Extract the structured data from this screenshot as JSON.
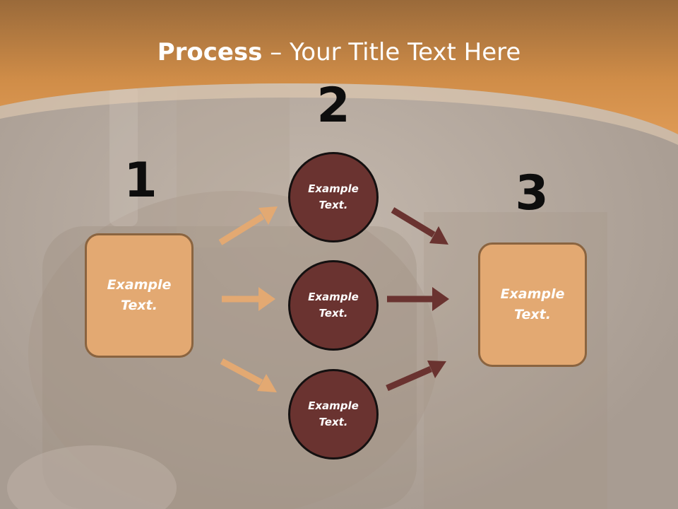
{
  "title": {
    "bold": "Process",
    "rest": " – Your Title Text Here"
  },
  "steps": {
    "n1": "1",
    "n2": "2",
    "n3": "3"
  },
  "left_box": {
    "text": "Example\nText."
  },
  "right_box": {
    "text": "Example\nText."
  },
  "circles": [
    {
      "text": "Example\nText."
    },
    {
      "text": "Example\nText."
    },
    {
      "text": "Example\nText."
    }
  ],
  "colors": {
    "header": "#d89650",
    "background": "#b7aea6",
    "box_fill": "#e3a972",
    "box_border": "#8a6440",
    "circle_fill": "#6a3330",
    "arrow_light": "#e3a972",
    "arrow_dark": "#6a3330"
  }
}
